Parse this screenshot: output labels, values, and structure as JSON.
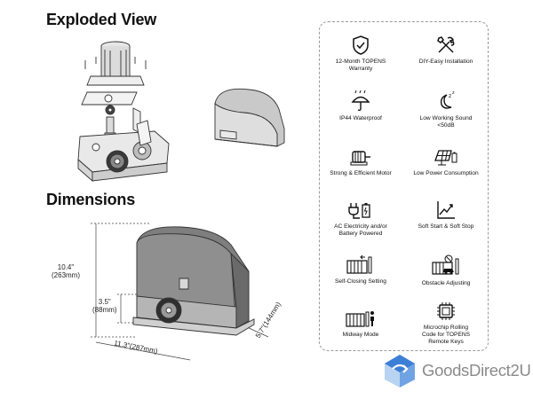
{
  "sections": {
    "exploded_title": "Exploded View",
    "dimensions_title": "Dimensions"
  },
  "dimensions": {
    "height_in": "10.4\"",
    "height_mm": "(263mm)",
    "gear_height_in": "3.5\"",
    "gear_height_mm": "(88mm)",
    "length": "11.3\"(287mm)",
    "width": "5.7\"(144mm)"
  },
  "features": [
    {
      "icon": "shield-check-icon",
      "lines": [
        "12-Month TOPENS",
        "Warranty"
      ]
    },
    {
      "icon": "tools-icon",
      "lines": [
        "DIY-Easy Installation"
      ]
    },
    {
      "icon": "umbrella-rain-icon",
      "lines": [
        "IP44 Waterproof"
      ]
    },
    {
      "icon": "moon-zz-icon",
      "lines": [
        "Low Working Sound",
        "<50dB"
      ]
    },
    {
      "icon": "motor-icon",
      "lines": [
        "Strong & Efficient Motor"
      ]
    },
    {
      "icon": "solar-panel-icon",
      "lines": [
        "Low Power Consumption"
      ]
    },
    {
      "icon": "plug-battery-icon",
      "lines": [
        "AC Electricity and/or",
        "Battery Powered"
      ]
    },
    {
      "icon": "soft-start-chart-icon",
      "lines": [
        "Soft Start & Soft Stop"
      ]
    },
    {
      "icon": "gate-closing-icon",
      "lines": [
        "Self-Closing Setting"
      ]
    },
    {
      "icon": "obstacle-car-icon",
      "lines": [
        "Obstacle Adjusting"
      ]
    },
    {
      "icon": "gate-pedestrian-icon",
      "lines": [
        "Midway Mode"
      ]
    },
    {
      "icon": "microchip-icon",
      "lines": [
        "Microchip Rolling",
        "Code for TOPENS",
        "Remote Keys"
      ]
    }
  ],
  "logo": {
    "text": "GoodsDirect2U",
    "accent": "#3d7fd6"
  }
}
